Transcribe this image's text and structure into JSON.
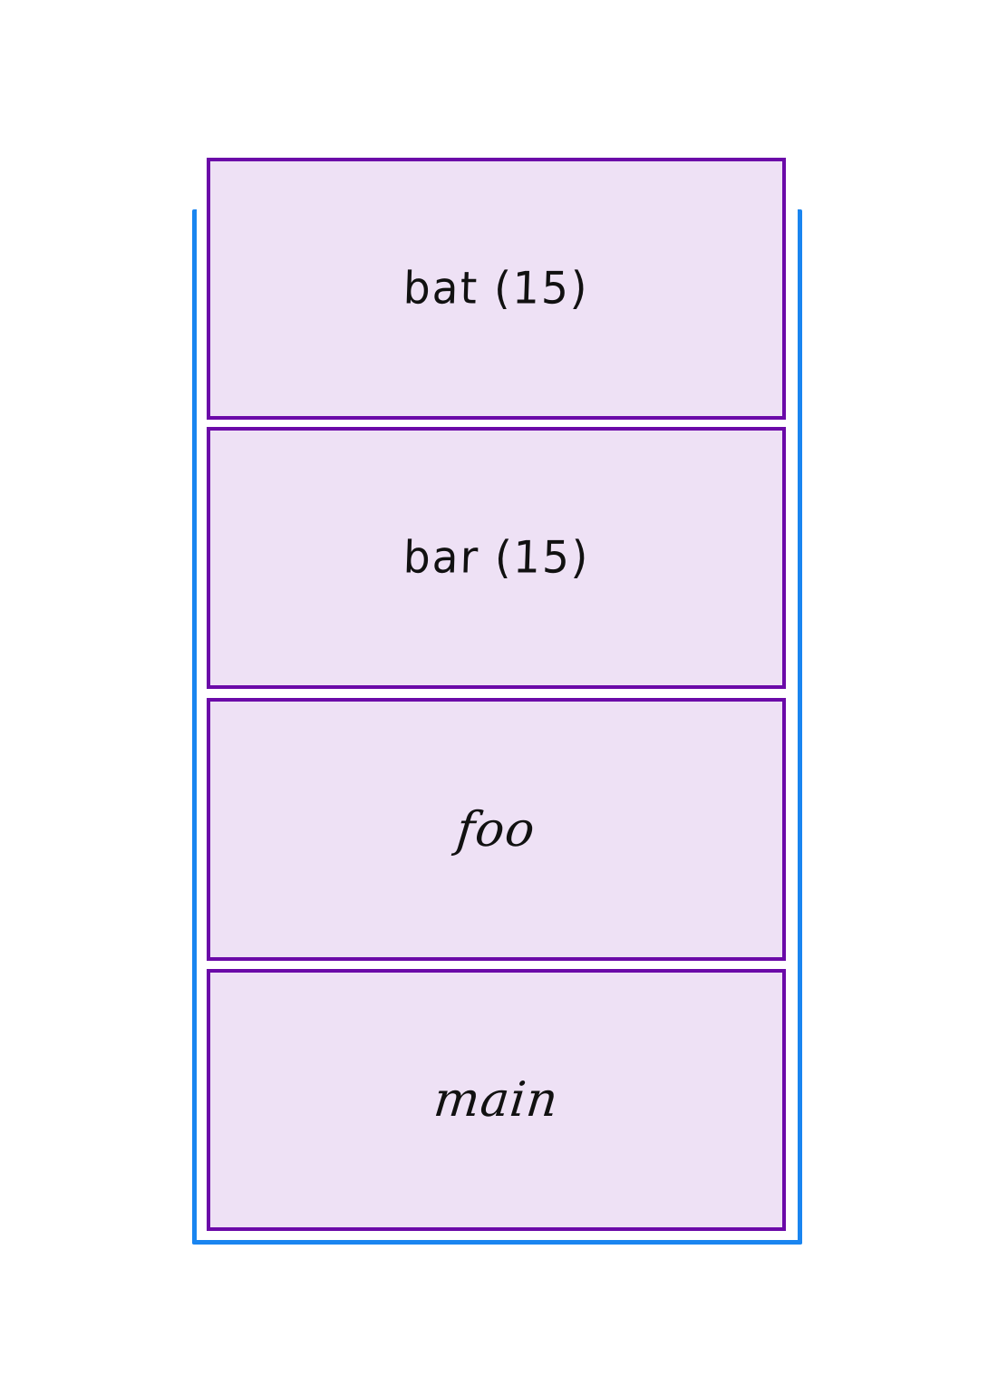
{
  "diagram": {
    "title": "call-stack frames",
    "background_color": "#ffffff",
    "outline": {
      "name": "stack-outline",
      "color": "#1a85f0",
      "shape": "u-shape-open-top",
      "stroke_width": 5
    },
    "style": {
      "frame_fill": "#eee1f5",
      "frame_stroke": "#6b0aa8",
      "text_color": "#111111"
    },
    "frames": [
      {
        "name": "bat",
        "label": "bat (15)",
        "value": 15,
        "depth": 3,
        "script": "hand-print"
      },
      {
        "name": "bar",
        "label": "bar (15)",
        "value": 15,
        "depth": 2,
        "script": "hand-print"
      },
      {
        "name": "foo",
        "label": "foo",
        "value": null,
        "depth": 1,
        "script": "hand-cursive"
      },
      {
        "name": "main",
        "label": "main",
        "value": null,
        "depth": 0,
        "script": "hand-cursive"
      }
    ]
  }
}
